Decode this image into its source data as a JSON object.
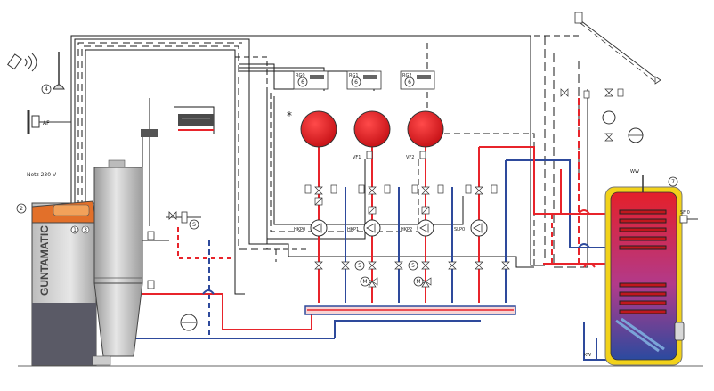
{
  "labels": {
    "af": "AF",
    "netz": "Netz 230 V",
    "brand": "GUNTAMATIC",
    "rg0": "RG0",
    "rg1": "RG1",
    "rg2": "RG2",
    "vf1": "VF1",
    "vf2": "VF2",
    "hkp0": "HKP0",
    "hkp1": "HKP1",
    "hkp2": "HKP2",
    "slp0": "SLP0",
    "ww": "WW",
    "kw": "KW",
    "sf0": "SF 0",
    "asterisk": "*"
  },
  "markers": {
    "m1": "1",
    "m2": "2",
    "m3": "3",
    "m4": "4",
    "m5a": "5",
    "m5b": "5",
    "m6a": "6",
    "m6b": "6",
    "m6c": "6",
    "m7": "7",
    "mM1": "M",
    "mM2": "M",
    "mS1": "S",
    "mS2": "S"
  },
  "colors": {
    "hot_flow": "#e8242b",
    "return_flow": "#2e4a9c",
    "signal": "#1a1a1a",
    "tank_jacket": "#f2d21a",
    "boiler_orange": "#e2702a",
    "expansion_vessel": "#e3151b"
  }
}
